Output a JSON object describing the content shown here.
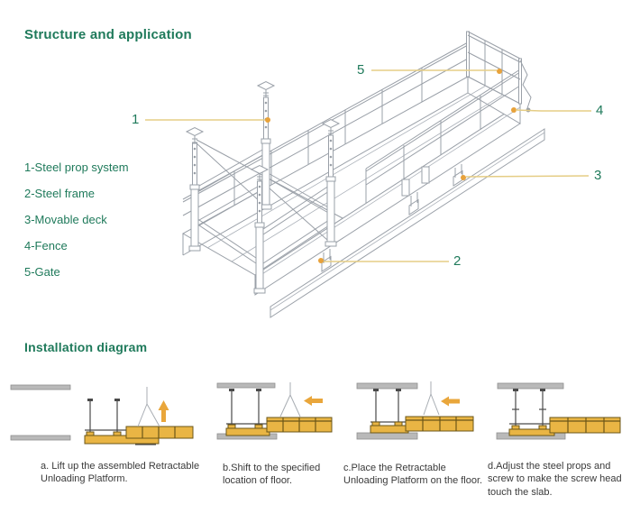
{
  "page": {
    "section1_title": "Structure and application",
    "section2_title": "Installation diagram"
  },
  "colors": {
    "accent_green": "#1F7A5B",
    "leader_line": "#E5CD85",
    "leader_dot": "#E8A23B",
    "platform_yellow": "#E9B544",
    "slab_gray": "#B9B9B9",
    "line_art_gray": "#9AA0A8"
  },
  "parts": [
    {
      "num": "1",
      "label": "1-Steel prop system"
    },
    {
      "num": "2",
      "label": "2-Steel frame"
    },
    {
      "num": "3",
      "label": "3-Movable deck"
    },
    {
      "num": "4",
      "label": "4-Fence"
    },
    {
      "num": "5",
      "label": "5-Gate"
    }
  ],
  "steps": [
    {
      "caption": "a. Lift up the assembled Retractable Unloading Platform."
    },
    {
      "caption": "b.Shift to the specified location of floor."
    },
    {
      "caption": "c.Place the Retractable Unloading Platform on the floor."
    },
    {
      "caption": "d.Adjust the steel props and screw to make the screw head touch the slab."
    }
  ]
}
